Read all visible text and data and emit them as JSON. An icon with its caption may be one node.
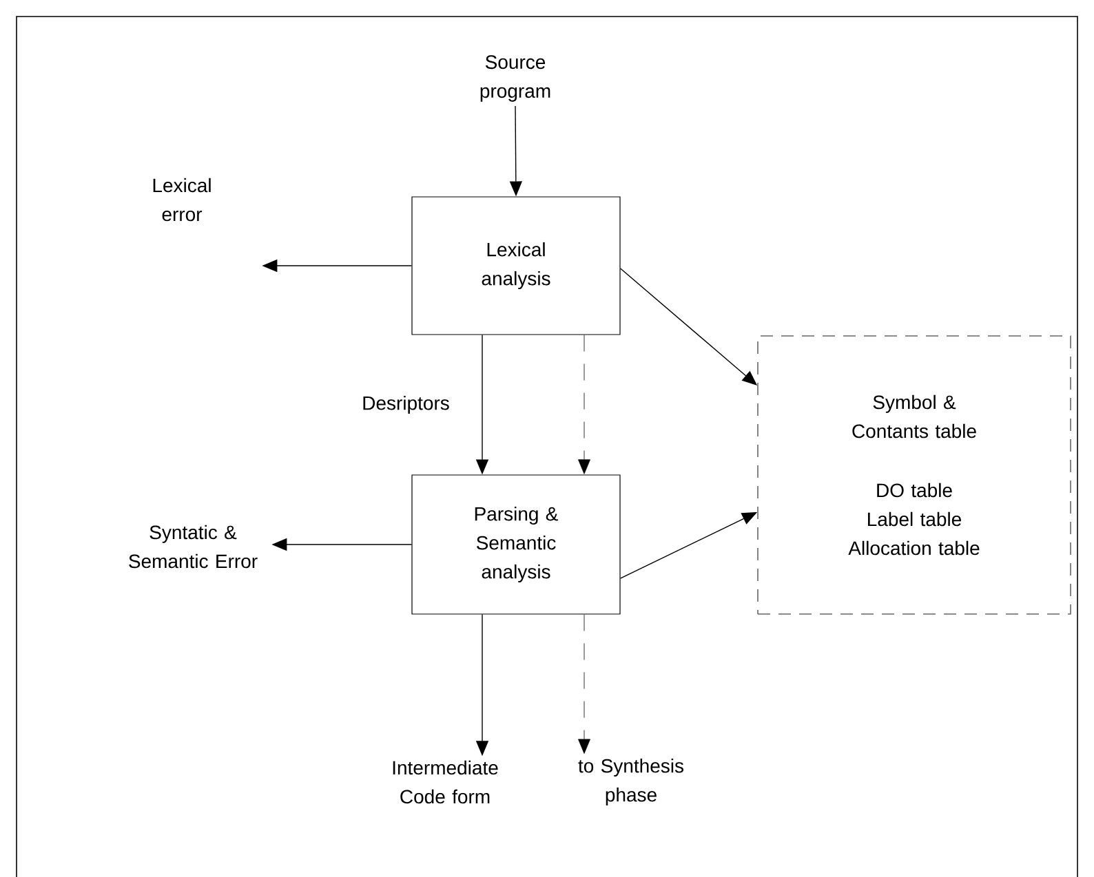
{
  "diagram": {
    "nodes": [
      {
        "text": [
          "Source program"
        ]
      },
      {
        "text": [
          "Lexical analysis"
        ]
      },
      {
        "text": [
          "Lexical error"
        ]
      },
      {
        "text": [
          "Parsing & Semantic analysis"
        ]
      },
      {
        "text": [
          "Syntatic & Semantic Error"
        ]
      },
      {
        "text": [
          "Symbol & Contants table",
          "DO table",
          "Label table",
          "Allocation table"
        ]
      },
      {
        "text": [
          "Intermediate Code form"
        ]
      },
      {
        "text": [
          "to Synthesis phase"
        ]
      }
    ],
    "edges": [
      {
        "from": 0,
        "to": 1,
        "arrow": "to"
      },
      {
        "from": 1,
        "to": 2,
        "arrow": "to"
      },
      {
        "from": 1,
        "to": 3,
        "arrow": "to",
        "label": "Desriptors"
      },
      {
        "from": 1,
        "to": 3,
        "arrow": "to",
        "style": "dashed"
      },
      {
        "from": 1,
        "to": 5,
        "arrow": "to"
      },
      {
        "from": 3,
        "to": 4,
        "arrow": "to"
      },
      {
        "from": 3,
        "to": 5,
        "arrow": "to"
      },
      {
        "from": 3,
        "to": 6,
        "arrow": "to"
      },
      {
        "from": 3,
        "to": 7,
        "arrow": "to",
        "style": "dashed"
      }
    ]
  }
}
